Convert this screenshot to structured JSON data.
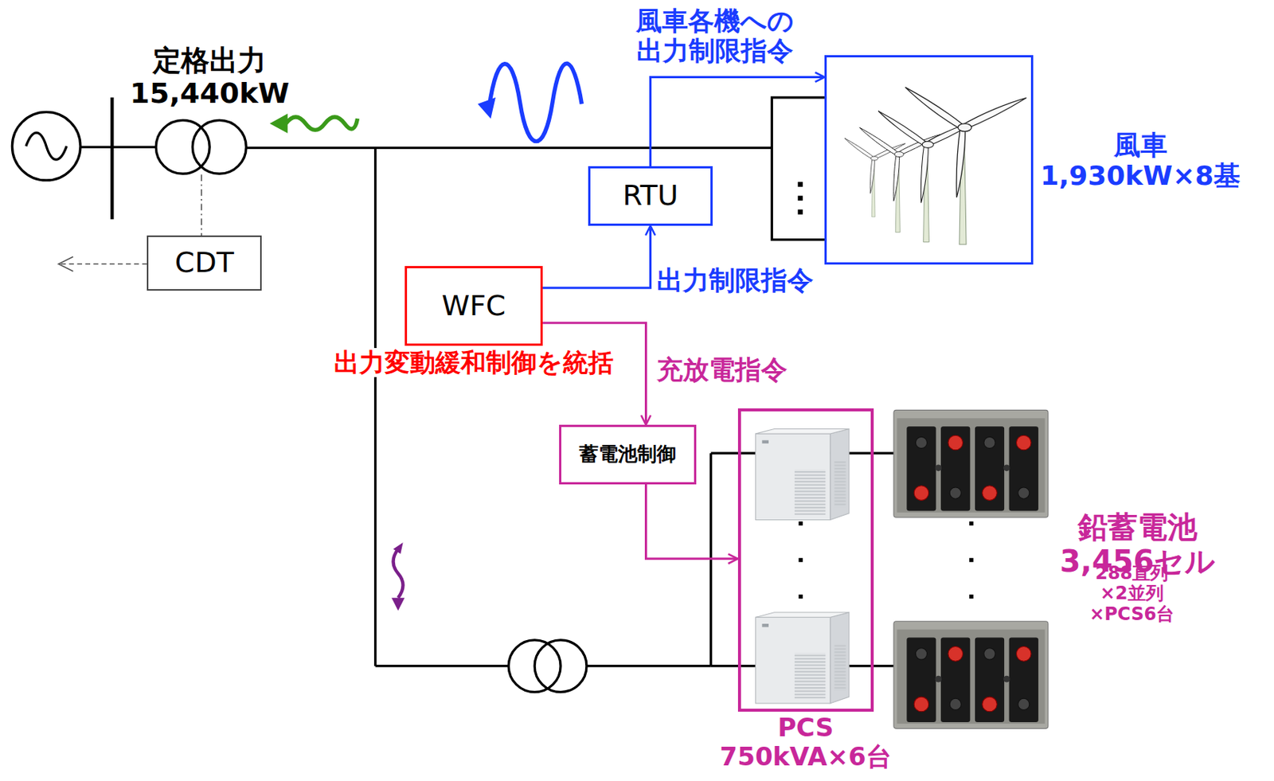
{
  "diagram": {
    "nodes": [
      {
        "text": [
          "風車 1,930kW×8基"
        ]
      },
      {
        "text": [
          "RTU"
        ]
      },
      {
        "text": [
          "CDT"
        ]
      },
      {
        "text": [
          "WFC",
          "出力変動緩和制御を統括"
        ]
      },
      {
        "text": [
          "蓄電池制御"
        ]
      },
      {
        "text": [
          "PCS 750kVA×6台"
        ]
      }
    ],
    "edges": [
      {
        "from": 3,
        "to": 1,
        "arrow": "to",
        "label": "出力制限指令"
      },
      {
        "from": 1,
        "to": 0,
        "arrow": "to",
        "label": "風車各機への 出力制限指令"
      },
      {
        "from": 3,
        "to": 4,
        "arrow": "to",
        "label": "充放電指令"
      },
      {
        "from": 4,
        "to": 5,
        "arrow": "to"
      }
    ],
    "labels": [
      "定格出力 15,440kW",
      "鉛蓄電池 3,456セル",
      "288直列×2並列×PCS6台"
    ]
  }
}
